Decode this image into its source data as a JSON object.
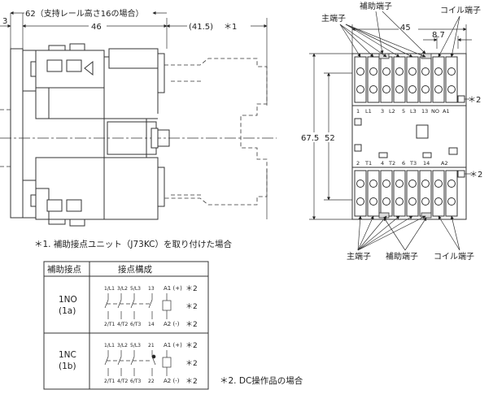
{
  "dims": {
    "total": "62（支持レール高さ16の場合）",
    "offset": "3",
    "body_depth": "46",
    "aux_depth": "(41.5)",
    "note_ref": "＊1",
    "width": "45",
    "pitch": "8.7",
    "height_total": "67.5",
    "height_body": "52"
  },
  "callouts": {
    "main_terminal": "主端子",
    "aux_terminal": "補助端子",
    "coil_terminal": "コイル端子",
    "star2": "＊2"
  },
  "top_labels": [
    "1",
    "L1",
    "3",
    "L2",
    "5",
    "L3",
    "13",
    "NO",
    "A1"
  ],
  "bottom_labels": [
    "2",
    "T1",
    "4",
    "T2",
    "6",
    "T3",
    "14",
    "A2"
  ],
  "note1": "＊1. 補助接点ユニット（J73KC）を取り付けた場合",
  "note2": "＊2. DC操作品の場合",
  "table": {
    "head_col1": "補助接点",
    "head_col2": "接点構成",
    "rows": [
      {
        "name": "1NO",
        "sub": "(1a)",
        "top_labels": [
          "1/L1",
          "3/L2",
          "5/L3",
          "13"
        ],
        "bottom_labels": [
          "2/T1",
          "4/T2",
          "6/T3",
          "14"
        ],
        "coil_top": "A1 (+)",
        "coil_bottom": "A2 (-)",
        "star": "＊2"
      },
      {
        "name": "1NC",
        "sub": "(1b)",
        "top_labels": [
          "1/L1",
          "3/L2",
          "5/L3",
          "21"
        ],
        "bottom_labels": [
          "2/T1",
          "4/T2",
          "6/T3",
          "22"
        ],
        "coil_top": "A1 (+)",
        "coil_bottom": "A2 (-)",
        "star": "＊2"
      }
    ]
  }
}
